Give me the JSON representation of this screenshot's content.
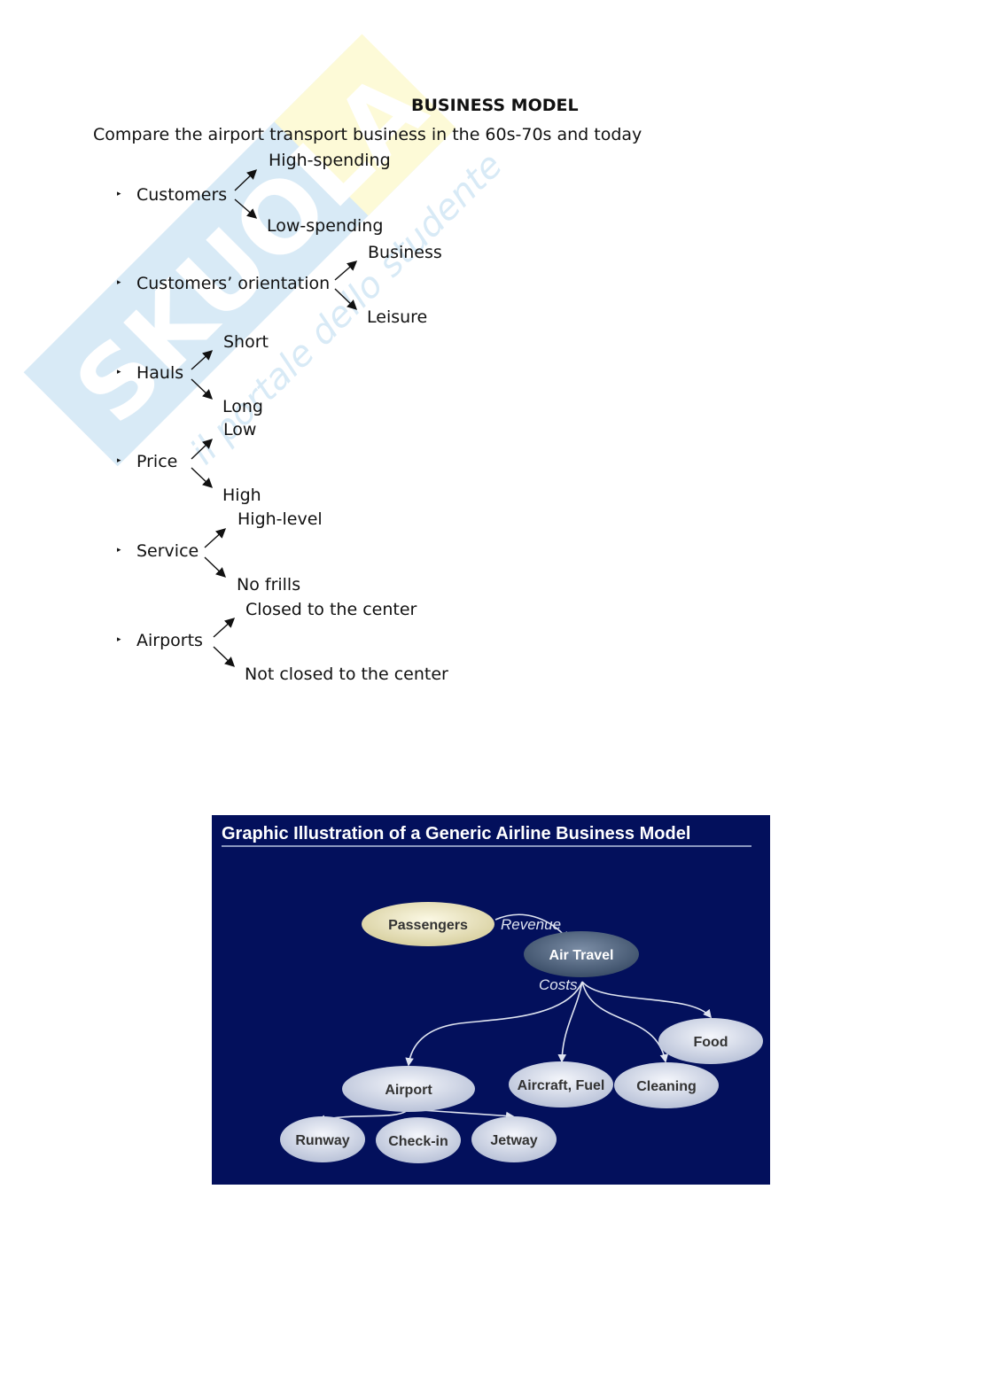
{
  "watermark": {
    "brand": "SKUOLA.net",
    "tagline": "il portale dello studente"
  },
  "document": {
    "title": "BUSINESS MODEL",
    "intro": "Compare the airport transport business in the 60s-70s and today",
    "items": [
      {
        "label": "Customers",
        "up": "High-spending",
        "down": "Low-spending"
      },
      {
        "label": "Customers’ orientation",
        "up": "Business",
        "down": "Leisure"
      },
      {
        "label": "Hauls",
        "up": "Short",
        "down": "Long"
      },
      {
        "label": "Price",
        "up": "Low",
        "down": "High"
      },
      {
        "label": "Service",
        "up": "High-level",
        "down": "No frills"
      },
      {
        "label": "Airports",
        "up": "Closed to the center",
        "down": "Not closed to the center"
      }
    ]
  },
  "figure": {
    "title": "Graphic Illustration of a Generic Airline Business Model",
    "nodes": {
      "passengers": "Passengers",
      "air_travel": "Air Travel",
      "food": "Food",
      "airport": "Airport",
      "aircraft_fuel": "Aircraft, Fuel",
      "cleaning": "Cleaning",
      "runway": "Runway",
      "checkin": "Check-in",
      "jetway": "Jetway"
    },
    "edge_labels": {
      "revenue": "Revenue",
      "costs": "Costs"
    },
    "colors": {
      "background": "#03105c",
      "node": "#dde2ee",
      "passengers": "#f1ecc6",
      "air_travel": "#5d7088"
    }
  }
}
